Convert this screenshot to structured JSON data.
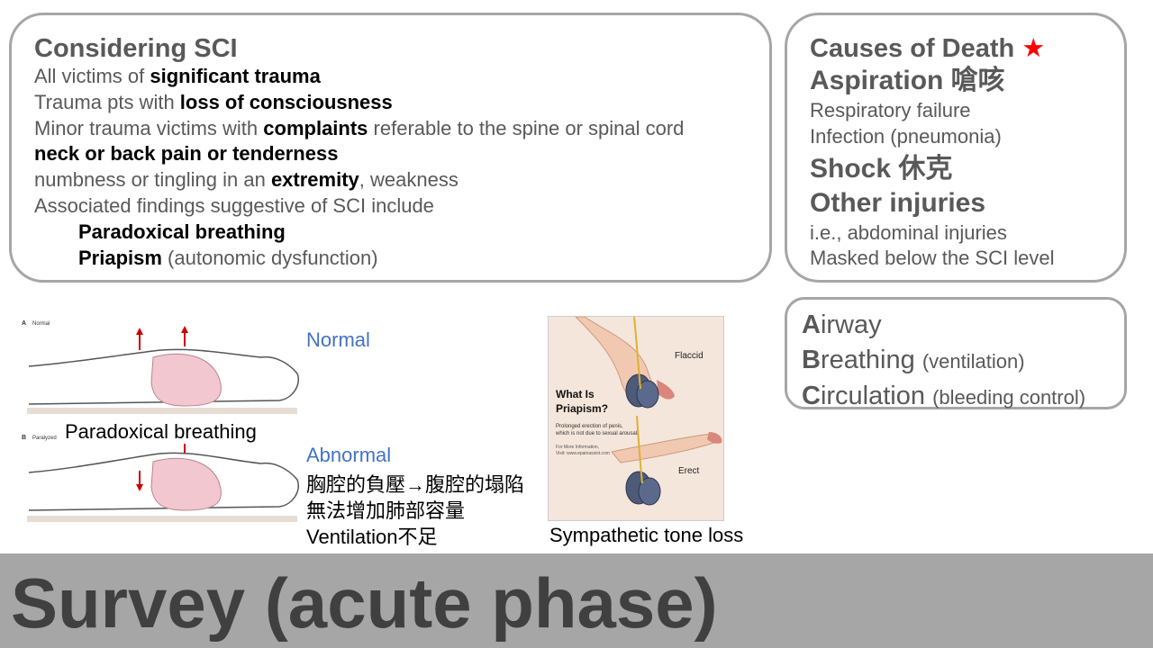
{
  "sci": {
    "title": "Considering SCI",
    "l1_a": "All victims of ",
    "l1_b": "significant trauma",
    "l2_a": "Trauma pts with ",
    "l2_b": "loss of consciousness",
    "l3_a": "Minor trauma victims with ",
    "l3_b": "complaints",
    "l3_c": " referable to the spine or spinal cord",
    "l4": "neck or back pain or tenderness",
    "l5_a": "numbness or tingling in an ",
    "l5_b": "extremity",
    "l5_c": ", weakness",
    "l6": "Associated findings suggestive of SCI include",
    "l7": "Paradoxical breathing",
    "l8_a": "Priapism",
    "l8_b": " (autonomic dysfunction)"
  },
  "death": {
    "title": "Causes of Death ",
    "star": "★",
    "aspiration": "Aspiration 嗆咳",
    "resp": "Respiratory failure",
    "infection": "Infection (pneumonia)",
    "shock": "Shock 休克",
    "other": "Other injuries",
    "ie": "i.e., abdominal injuries",
    "masked": "Masked below the SCI level"
  },
  "abc": {
    "a_first": "A",
    "a_rest": "irway",
    "b_first": "B",
    "b_rest": "reathing",
    "b_note": "(ventilation)",
    "c_first": "C",
    "c_rest": "irculation",
    "c_note": "(bleeding control)"
  },
  "breathing_figure": {
    "label_a": "A",
    "label_a_text": "Normal",
    "label_b": "B",
    "label_b_text": "Paralyzed",
    "caption": "Paradoxical breathing",
    "normal": "Normal",
    "abnormal": "Abnormal",
    "cn1": "胸腔的負壓→腹腔的塌陷",
    "cn2": "無法增加肺部容量",
    "cn3": "Ventilation不足"
  },
  "priapism_figure": {
    "heading1": "What Is",
    "heading2": "Priapism?",
    "desc1": "Prolonged erection of penis,",
    "desc2": "which is not due to sexual arousal.",
    "more1": "For More Information,",
    "more2": "Visit: www.epainassist.com",
    "flaccid": "Flaccid",
    "erect": "Erect",
    "caption": "Sympathetic tone loss"
  },
  "footer": {
    "title": "Survey (acute phase)"
  },
  "colors": {
    "border": "#a6a6a6",
    "text": "#595959",
    "blue": "#4472c4",
    "footer_bg": "#a6a6a6",
    "footer_text": "#404040",
    "star": "#ff0000"
  }
}
